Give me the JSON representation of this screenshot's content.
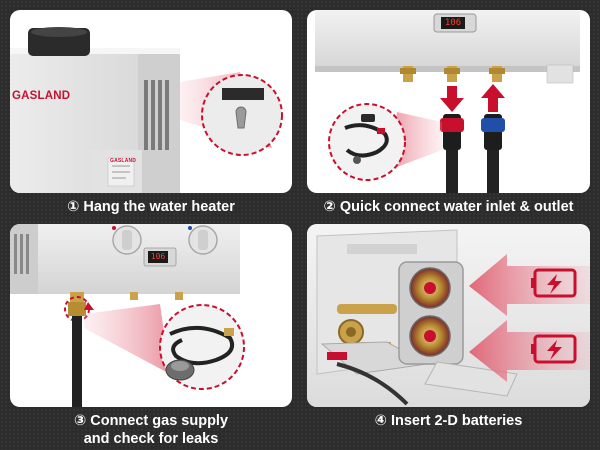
{
  "brand": {
    "name": "GASLAND",
    "color": "#c8102e",
    "label_small": "GASLAND"
  },
  "display": {
    "panel2_reading": "106",
    "panel3_reading": "106"
  },
  "steps": [
    {
      "number": "①",
      "text": "Hang the water heater"
    },
    {
      "number": "②",
      "text": "Quick connect water inlet & outlet"
    },
    {
      "number": "③",
      "text": "Connect gas supply",
      "text_line2": "and check for leaks"
    },
    {
      "number": "④",
      "text": "Insert 2-D batteries"
    }
  ],
  "colors": {
    "accent": "#c8102e",
    "background": "#2c2c2c",
    "caption": "#ffffff",
    "blue_connector": "#1f4fa8"
  },
  "icons": [
    "flow-down-arrow-icon",
    "flow-up-arrow-icon",
    "battery-charging-icon",
    "battery-charging-icon"
  ]
}
